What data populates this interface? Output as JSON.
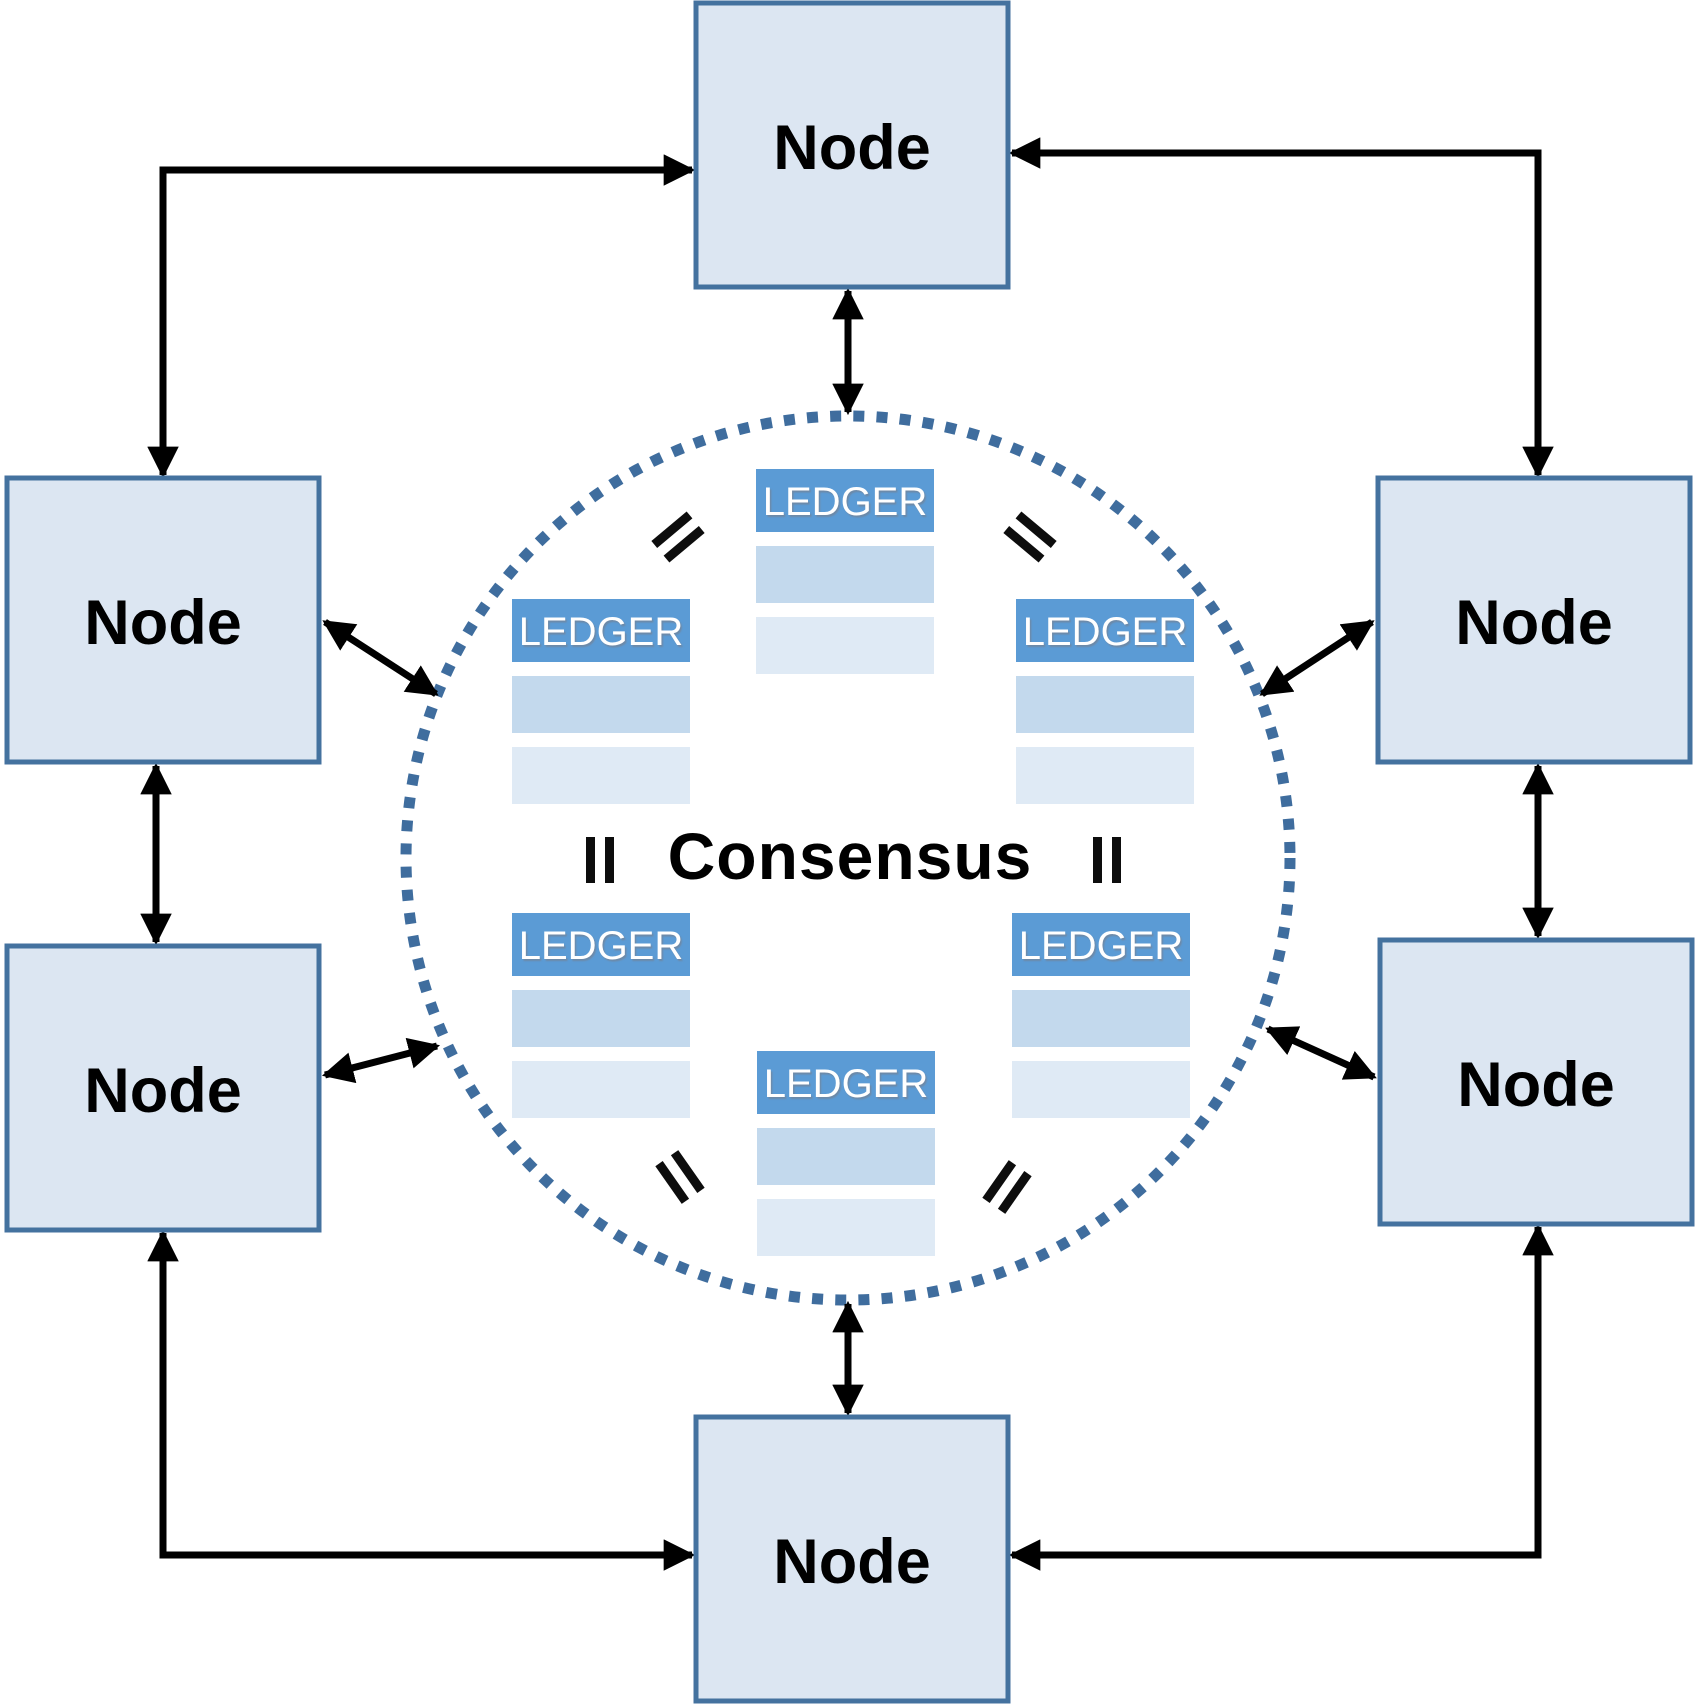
{
  "diagram": {
    "center_label": "Consensus",
    "nodes": [
      {
        "id": "top",
        "label": "Node"
      },
      {
        "id": "upper-left",
        "label": "Node"
      },
      {
        "id": "upper-right",
        "label": "Node"
      },
      {
        "id": "lower-left",
        "label": "Node"
      },
      {
        "id": "lower-right",
        "label": "Node"
      },
      {
        "id": "bottom",
        "label": "Node"
      }
    ],
    "ledgers": [
      {
        "id": "top",
        "label": "LEDGER"
      },
      {
        "id": "upper-left",
        "label": "LEDGER"
      },
      {
        "id": "upper-right",
        "label": "LEDGER"
      },
      {
        "id": "lower-left",
        "label": "LEDGER"
      },
      {
        "id": "lower-right",
        "label": "LEDGER"
      },
      {
        "id": "bottom",
        "label": "LEDGER"
      }
    ],
    "colors": {
      "node_fill": "#dce6f2",
      "node_border": "#44729f",
      "ledger_header": "#5b9bd5",
      "ledger_row_mid": "#c3d9ed",
      "ledger_row_light": "#dfeaf5",
      "circle_dots": "#3f6d9e",
      "arrow": "#000000",
      "equals_mark": "#0d0d0d"
    }
  }
}
